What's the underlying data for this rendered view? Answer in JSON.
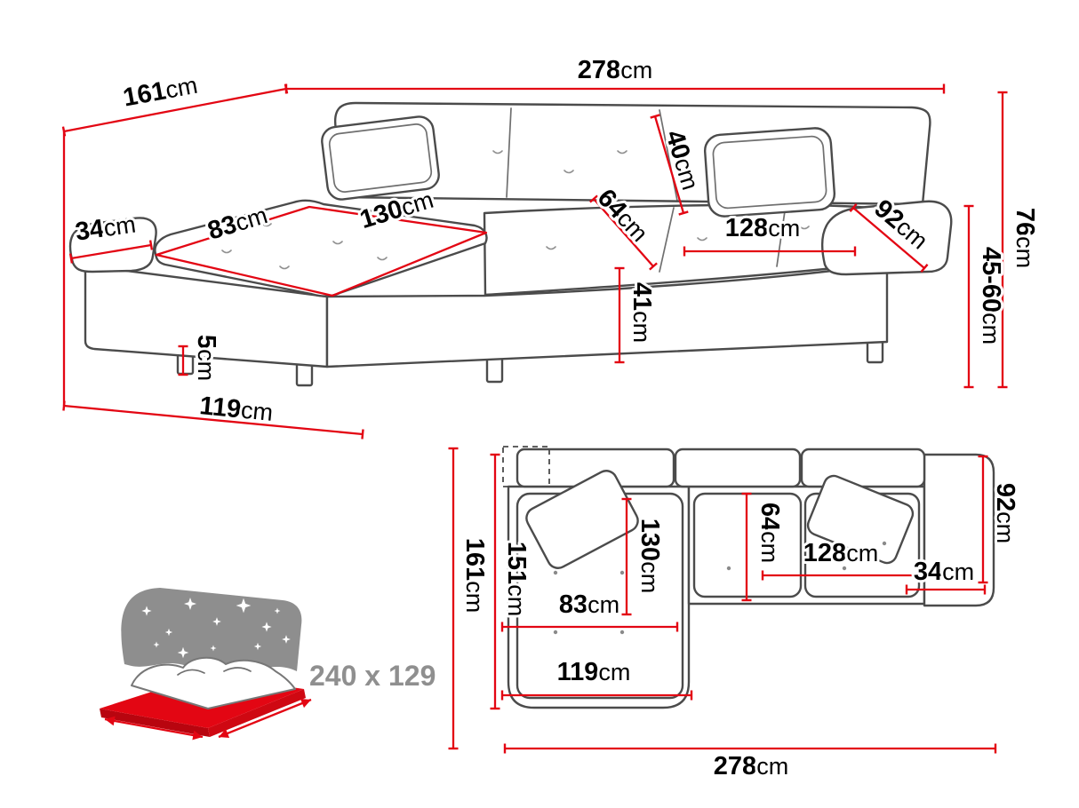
{
  "colors": {
    "line": "#e30613",
    "outline": "#4b4b4b",
    "muted": "#8f8f8f",
    "label": "#000000"
  },
  "perspective": {
    "width": {
      "v": "278",
      "u": "cm"
    },
    "depth": {
      "v": "161",
      "u": "cm"
    },
    "front_width": {
      "v": "119",
      "u": "cm"
    },
    "armrest_width": {
      "v": "34",
      "u": "cm"
    },
    "chaise_seat_width": {
      "v": "83",
      "u": "cm"
    },
    "chaise_length": {
      "v": "130",
      "u": "cm"
    },
    "seat_width": {
      "v": "128",
      "u": "cm"
    },
    "armrest_depth": {
      "v": "92",
      "u": "cm"
    },
    "backrest_cushion": {
      "v": "40",
      "u": "cm"
    },
    "seat_depth": {
      "v": "64",
      "u": "cm"
    },
    "seat_height": {
      "v": "41",
      "u": "cm"
    },
    "leg_height": {
      "v": "5",
      "u": "cm"
    },
    "total_height": {
      "v": "76",
      "u": "cm"
    },
    "back_height_range": {
      "v": "45-60",
      "u": "cm"
    }
  },
  "top": {
    "depth_total": {
      "v": "161",
      "u": "cm"
    },
    "depth_inner": {
      "v": "151",
      "u": "cm"
    },
    "chaise_length": {
      "v": "130",
      "u": "cm"
    },
    "seat_depth": {
      "v": "64",
      "u": "cm"
    },
    "armrest_depth": {
      "v": "92",
      "u": "cm"
    },
    "seat_width": {
      "v": "128",
      "u": "cm"
    },
    "armrest_width": {
      "v": "34",
      "u": "cm"
    },
    "chaise_width": {
      "v": "83",
      "u": "cm"
    },
    "front_width": {
      "v": "119",
      "u": "cm"
    },
    "width_total": {
      "v": "278",
      "u": "cm"
    }
  },
  "sleeping_area": {
    "label": "240 x 129"
  }
}
